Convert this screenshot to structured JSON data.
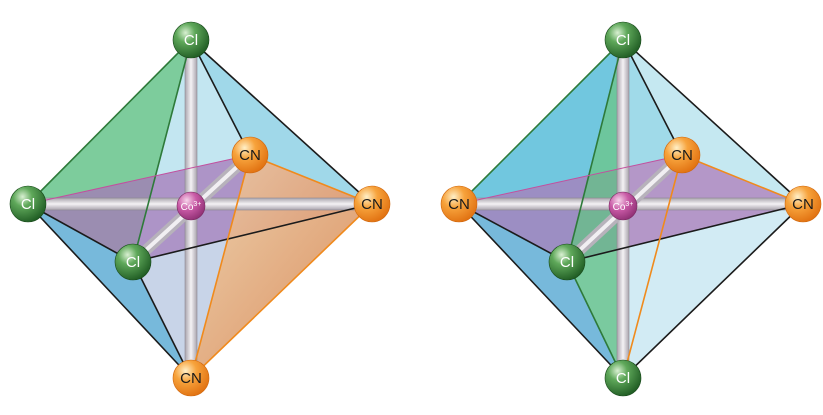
{
  "figure": {
    "colors": {
      "chloride": "#2f7a2f",
      "cyanide": "#f08a1c",
      "cobalt": "#c2509e",
      "bond": "#d8d4dc",
      "edge": "#1b1b1b",
      "face_green": "#5cbf83",
      "face_blue": "#62c1dc",
      "face_lightblue": "#a9dceb",
      "face_purple": "#a678b8",
      "face_peach": "#e8b07a"
    },
    "left_isomer": {
      "center": {
        "label": "Co",
        "charge": "3+"
      },
      "ligands": {
        "top": "Cl",
        "left": "Cl",
        "front": "Cl",
        "back": "CN",
        "right": "CN",
        "bottom": "CN"
      }
    },
    "right_isomer": {
      "center": {
        "label": "Co",
        "charge": "3+"
      },
      "ligands": {
        "top": "Cl",
        "left": "CN",
        "front": "Cl",
        "back": "CN",
        "right": "CN",
        "bottom": "Cl"
      }
    }
  }
}
